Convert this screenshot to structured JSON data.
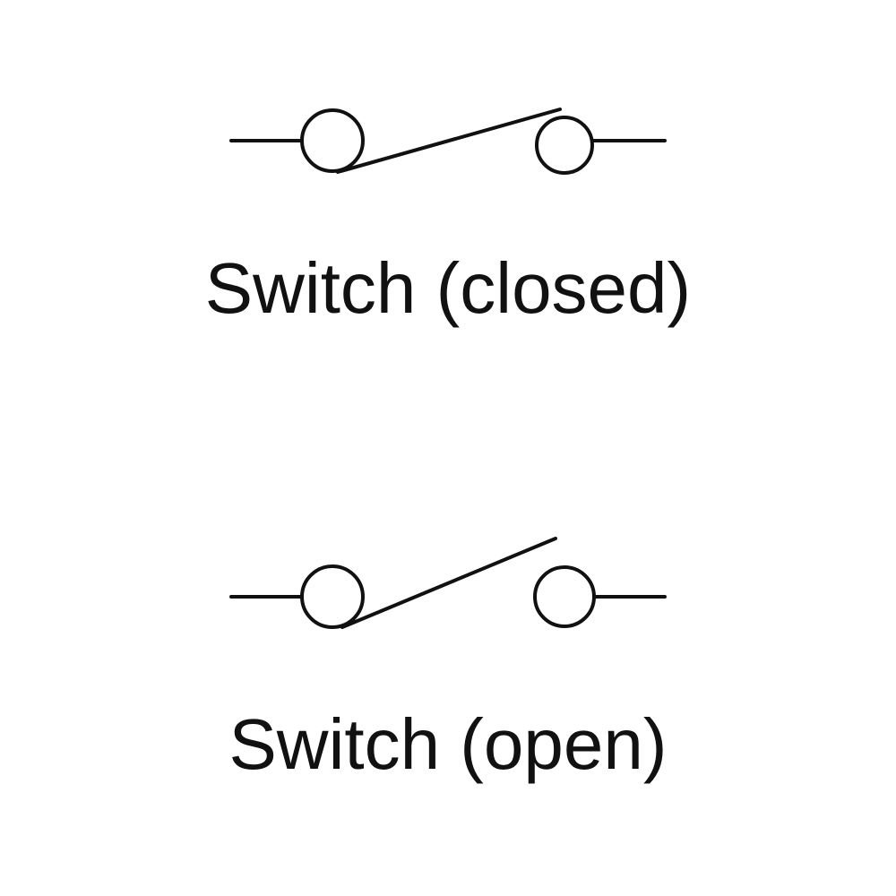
{
  "colors": {
    "background": "#ffffff",
    "stroke": "#111111"
  },
  "symbols": [
    {
      "state": "closed",
      "caption": "Switch (closed)",
      "icon": "switch-closed-icon"
    },
    {
      "state": "open",
      "caption": "Switch (open)",
      "icon": "switch-open-icon"
    }
  ]
}
